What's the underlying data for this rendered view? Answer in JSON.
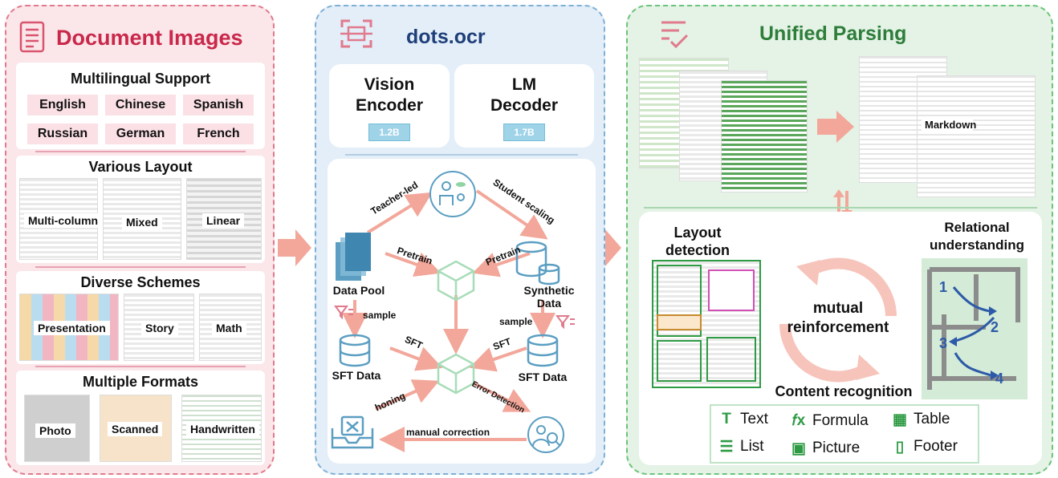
{
  "left": {
    "title": "Document Images",
    "multilingual": {
      "title": "Multilingual Support",
      "languages": [
        "English",
        "Chinese",
        "Spanish",
        "Russian",
        "German",
        "French"
      ]
    },
    "layout": {
      "title": "Various Layout",
      "items": [
        "Multi-column",
        "Mixed",
        "Linear"
      ]
    },
    "schemes": {
      "title": "Diverse Schemes",
      "items": [
        "Presentation",
        "Story",
        "Math"
      ]
    },
    "formats": {
      "title": "Multiple Formats",
      "items": [
        "Photo",
        "Scanned",
        "Handwritten"
      ]
    }
  },
  "middle": {
    "title": "dots.ocr",
    "vision_encoder": {
      "label_line1": "Vision",
      "label_line2": "Encoder",
      "badge": "1.2B"
    },
    "lm_decoder": {
      "label_line1": "LM",
      "label_line2": "Decoder",
      "badge": "1.7B"
    },
    "flow": {
      "teacher_led": "Teacher-led",
      "student_scaling": "Student scaling",
      "pretrain_left": "Pretrain",
      "pretrain_right": "Pretrain",
      "data_pool": "Data Pool",
      "synthetic_data_line1": "Synthetic",
      "synthetic_data_line2": "Data",
      "sample_left": "sample",
      "sample_right": "sample",
      "sft_left": "SFT",
      "sft_right": "SFT",
      "sft_data_left": "SFT Data",
      "sft_data_right": "SFT Data",
      "honing": "honing",
      "error_detection": "Error Detection",
      "manual_correction": "manual correction"
    }
  },
  "right": {
    "title": "Unified Parsing",
    "markdown": "Markdown",
    "layout_detection_line1": "Layout",
    "layout_detection_line2": "detection",
    "relational_line1": "Relational",
    "relational_line2": "understanding",
    "mutual_line1": "mutual",
    "mutual_line2": "reinforcement",
    "content_recognition": "Content recognition",
    "relation_numbers": [
      "1",
      "2",
      "3",
      "4"
    ],
    "legend": [
      {
        "icon": "text-icon",
        "label": "Text"
      },
      {
        "icon": "formula-icon",
        "label": "Formula"
      },
      {
        "icon": "table-icon",
        "label": "Table"
      },
      {
        "icon": "list-icon",
        "label": "List"
      },
      {
        "icon": "picture-icon",
        "label": "Picture"
      },
      {
        "icon": "footer-icon",
        "label": "Footer"
      }
    ]
  },
  "colors": {
    "left_accent": "#c9284a",
    "mid_accent": "#1f3f7a",
    "right_accent": "#2e7d3a",
    "arrow": "#f2a79a",
    "relation": "#2d5aa8"
  }
}
